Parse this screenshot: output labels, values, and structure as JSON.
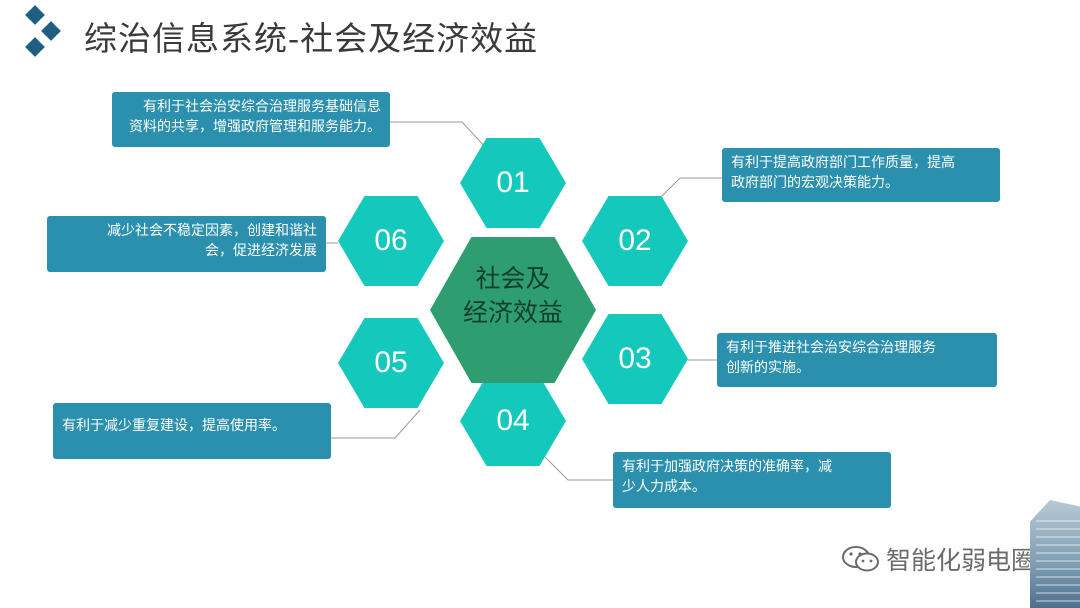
{
  "title": "综治信息系统-社会及经济效益",
  "center_label_line1": "社会及",
  "center_label_line2": "经济效益",
  "hexes": [
    {
      "label": "01"
    },
    {
      "label": "02"
    },
    {
      "label": "03"
    },
    {
      "label": "04"
    },
    {
      "label": "05"
    },
    {
      "label": "06"
    }
  ],
  "boxes": [
    {
      "line1": "有利于社会治安综合治理服务基础信息",
      "line2": "资料的共享，增强政府管理和服务能力。"
    },
    {
      "line1": "有利于提高政府部门工作质量，提高",
      "line2": "政府部门的宏观决策能力。"
    },
    {
      "line1": "有利于推进社会治安综合治理服务",
      "line2": "创新的实施。"
    },
    {
      "line1": "有利于加强政府决策的准确率，减",
      "line2": "少人力成本。"
    },
    {
      "line1": "有利于减少重复建设，提高使用率。"
    },
    {
      "line1": "减少社会不稳定因素，创建和谐社",
      "line2": "会，促进经济发展"
    }
  ],
  "watermark": "智能化弱电圈",
  "colors": {
    "hex": "#14c9bb",
    "center": "#2e9e70",
    "box": "#2a90ad",
    "logo": "#1f5f86"
  },
  "icons": {
    "logo": "diamond-logo-icon",
    "watermark": "wechat-icon"
  }
}
